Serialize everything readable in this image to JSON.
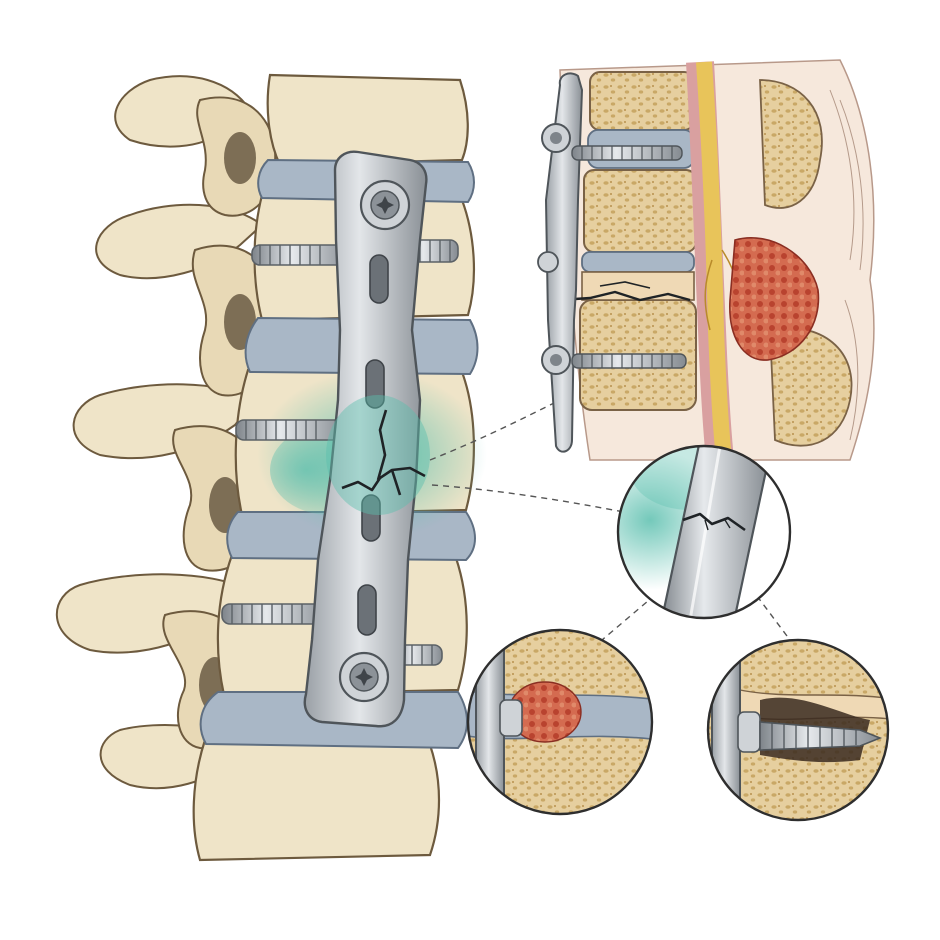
{
  "illustration": {
    "panels": [
      {
        "name": "spine-overview",
        "depicts": "lumbar-spine-with-anterior-plate"
      },
      {
        "name": "sagittal-section",
        "depicts": "cross-section-with-spinal-cord"
      },
      {
        "name": "detail-plate-crack",
        "depicts": "fractured-plate"
      },
      {
        "name": "detail-disc-inflammation",
        "depicts": "inflamed-disc-near-screw"
      },
      {
        "name": "detail-screw-loosening",
        "depicts": "loosened-screw-in-bone"
      }
    ],
    "palette": {
      "background": "#ffffff",
      "bone": "#efe4c8",
      "bone_shadow": "#c9b48a",
      "outline": "#6d5a3e",
      "disc": "#a9b7c6",
      "metal": "#c7cbcf",
      "metal_dark": "#7e848a",
      "inflammation": "#5bbfae",
      "tissue_red": "#c8533f",
      "cord_yellow": "#e8c45a",
      "cancellous": "#e2c58f"
    }
  }
}
